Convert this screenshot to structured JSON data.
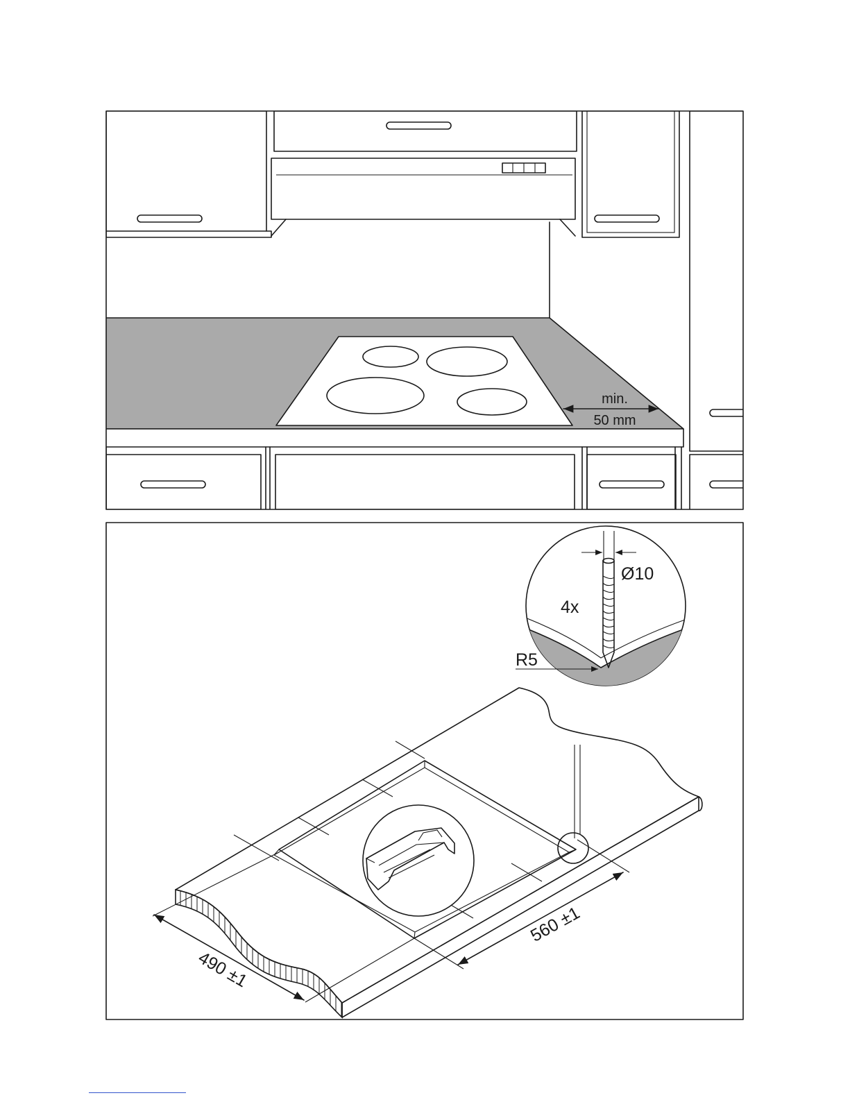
{
  "kitchen": {
    "clearance_label_line1": "min.",
    "clearance_label_line2": "50 mm"
  },
  "cutout": {
    "diameter_label": "Ø10",
    "count_label": "4x",
    "radius_label": "R5",
    "depth_label": "490 ±1",
    "width_label": "560 ±1"
  },
  "colors": {
    "worktop": "#aaaaaa",
    "line": "#1a1a1a"
  }
}
